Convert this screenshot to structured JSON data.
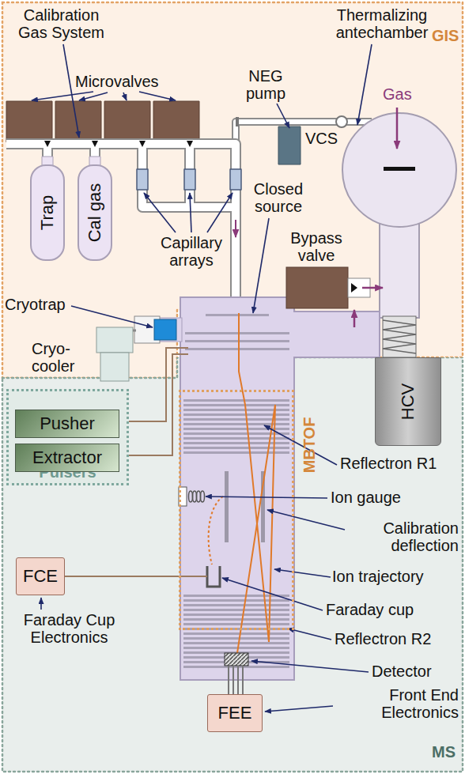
{
  "diagram": {
    "nodes": [
      {
        "text": [
          "GIS"
        ]
      },
      {
        "text": [
          "Trap"
        ],
        "in": 0
      },
      {
        "text": [
          "Cal gas"
        ],
        "in": 0
      },
      {
        "text": [
          "MS"
        ]
      },
      {
        "text": [
          "Pulsers"
        ],
        "in": 3
      },
      {
        "text": [
          "Pusher"
        ],
        "in": 4
      },
      {
        "text": [
          "Extractor"
        ],
        "in": 4
      },
      {
        "text": [
          "MBTOF"
        ],
        "in": 3
      },
      {
        "text": [
          "HCV"
        ],
        "in": 3
      },
      {
        "text": [
          "FCE"
        ],
        "in": 3
      },
      {
        "text": [
          "FEE"
        ],
        "in": 3
      }
    ],
    "labels": [
      "Calibration Gas System",
      "Microvalves",
      "NEG pump",
      "VCS",
      "Thermalizing antechamber",
      "Gas",
      "Closed source",
      "Capillary arrays",
      "Bypass valve",
      "Cryotrap",
      "Cryo-cooler",
      "Reflectron R1",
      "Ion gauge",
      "Calibration deflection",
      "Ion trajectory",
      "Faraday cup",
      "Reflectron R2",
      "Detector",
      "Front End Electronics",
      "Faraday Cup Electronics"
    ]
  }
}
